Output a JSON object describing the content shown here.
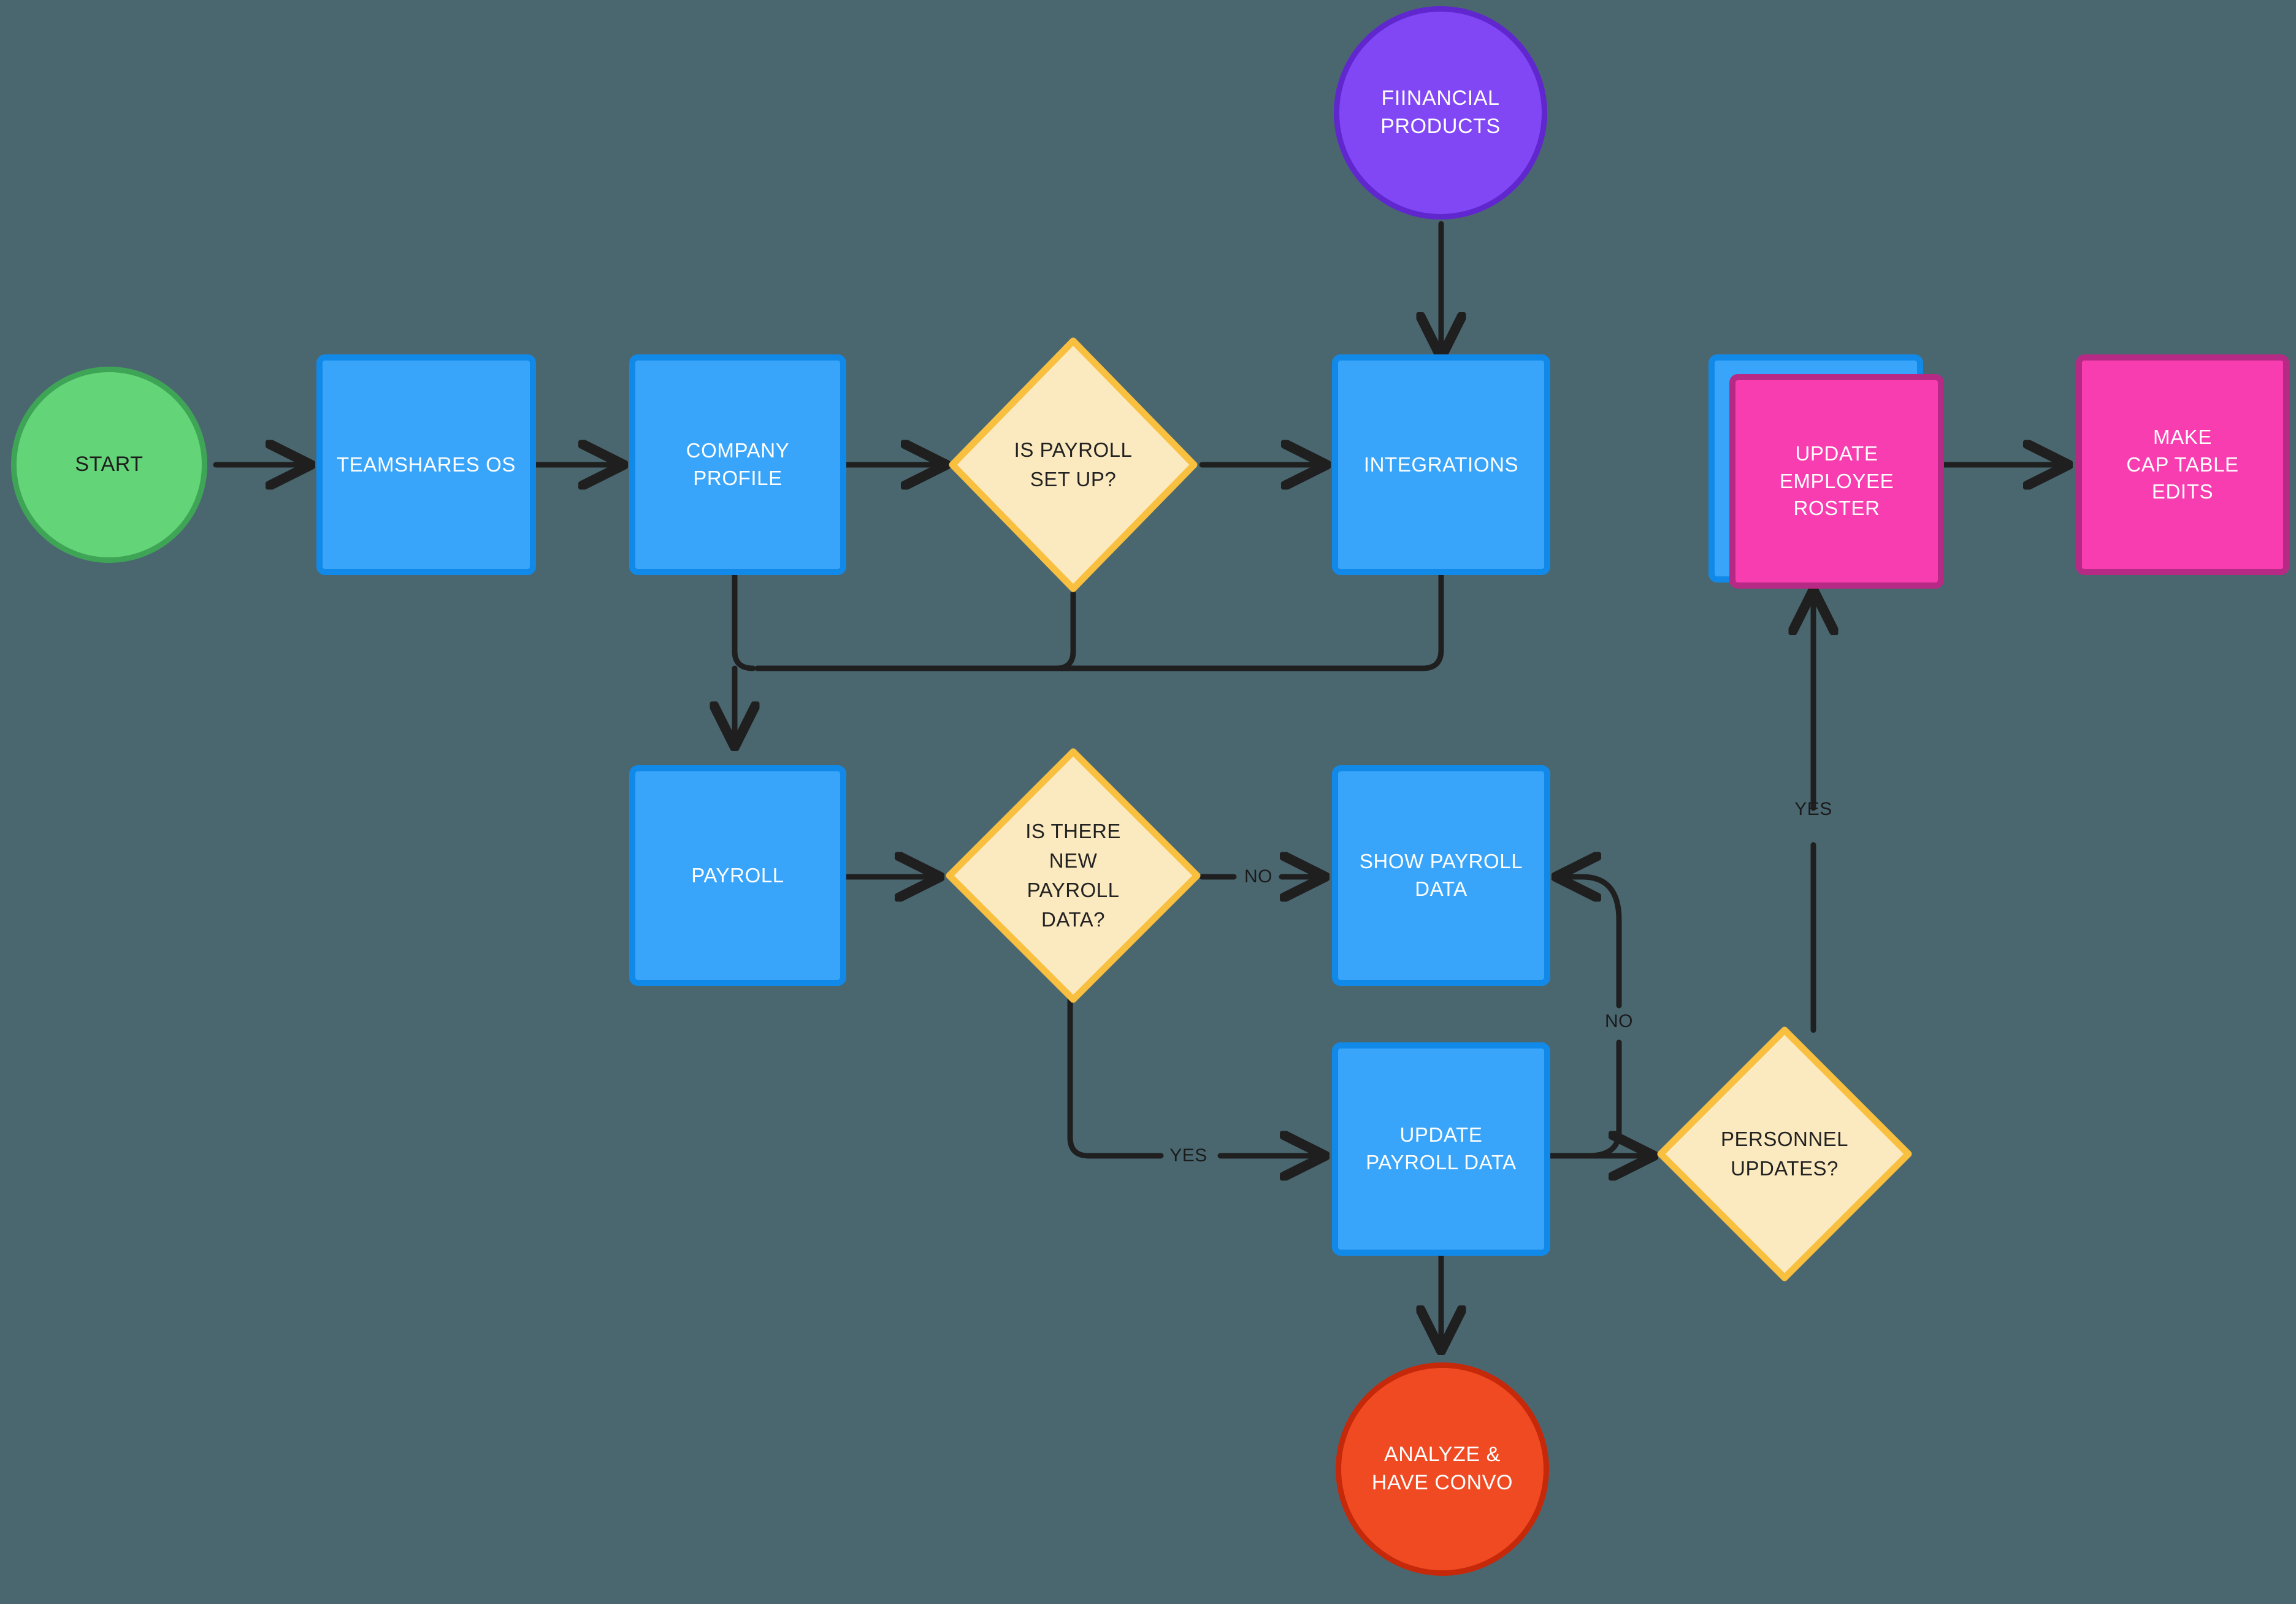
{
  "diagram": {
    "title": "Teamshares OS payroll and roster flowchart",
    "background_color": "#4a6770",
    "colors": {
      "process_fill": "#39a5fa",
      "process_border": "#1189e8",
      "decision_fill": "#fbe9bf",
      "decision_border": "#f9bf3f",
      "start_fill": "#63d478",
      "start_border": "#3fa556",
      "purple_fill": "#8247f5",
      "purple_border": "#6127cf",
      "red_fill": "#f04a23",
      "red_border": "#c5290a",
      "pink_fill": "#f73db0",
      "pink_border": "#b62a85",
      "edge_color": "#1f1f1f"
    }
  },
  "nodes": {
    "start": {
      "label": "START",
      "shape": "terminator"
    },
    "teamshares_os": {
      "label": "TEAMSHARES OS",
      "shape": "process"
    },
    "company_profile": {
      "label": "COMPANY\nPROFILE",
      "shape": "process"
    },
    "is_payroll_set_up": {
      "label": "IS PAYROLL\nSET UP?",
      "shape": "decision"
    },
    "integrations": {
      "label": "INTEGRATIONS",
      "shape": "process"
    },
    "financial_products": {
      "label": "FIINANCIAL\nPRODUCTS",
      "shape": "terminator"
    },
    "update_employee_roster": {
      "label": "UPDATE\nEMPLOYEE\nROSTER",
      "shape": "process-stacked"
    },
    "make_cap_table_edits": {
      "label": "MAKE\nCAP TABLE\nEDITS",
      "shape": "process"
    },
    "payroll": {
      "label": "PAYROLL",
      "shape": "process"
    },
    "is_there_new_payroll_data": {
      "label": "IS THERE\nNEW\nPAYROLL\nDATA?",
      "shape": "decision"
    },
    "show_payroll_data": {
      "label": "SHOW PAYROLL\nDATA",
      "shape": "process"
    },
    "update_payroll_data": {
      "label": "UPDATE\nPAYROLL DATA",
      "shape": "process"
    },
    "personnel_updates": {
      "label": "PERSONNEL\nUPDATES?",
      "shape": "decision"
    },
    "analyze_have_convo": {
      "label": "ANALYZE &\nHAVE CONVO",
      "shape": "terminator"
    }
  },
  "edge_labels": {
    "new_payroll_no": "NO",
    "new_payroll_yes": "YES",
    "personnel_no": "NO",
    "personnel_yes": "YES"
  },
  "edges": [
    {
      "from": "start",
      "to": "teamshares_os",
      "label": ""
    },
    {
      "from": "teamshares_os",
      "to": "company_profile",
      "label": ""
    },
    {
      "from": "company_profile",
      "to": "is_payroll_set_up",
      "label": ""
    },
    {
      "from": "is_payroll_set_up",
      "to": "integrations",
      "label": ""
    },
    {
      "from": "financial_products",
      "to": "integrations",
      "label": ""
    },
    {
      "from": "company_profile",
      "to": "payroll",
      "label": ""
    },
    {
      "from": "is_payroll_set_up",
      "to": "payroll",
      "label": ""
    },
    {
      "from": "integrations",
      "to": "payroll",
      "label": ""
    },
    {
      "from": "payroll",
      "to": "is_there_new_payroll_data",
      "label": ""
    },
    {
      "from": "is_there_new_payroll_data",
      "to": "show_payroll_data",
      "label": "NO"
    },
    {
      "from": "is_there_new_payroll_data",
      "to": "update_payroll_data",
      "label": "YES"
    },
    {
      "from": "update_payroll_data",
      "to": "personnel_updates",
      "label": ""
    },
    {
      "from": "update_payroll_data",
      "to": "analyze_have_convo",
      "label": ""
    },
    {
      "from": "personnel_updates",
      "to": "show_payroll_data",
      "label": "NO"
    },
    {
      "from": "personnel_updates",
      "to": "update_employee_roster",
      "label": "YES"
    },
    {
      "from": "update_employee_roster",
      "to": "make_cap_table_edits",
      "label": ""
    }
  ]
}
